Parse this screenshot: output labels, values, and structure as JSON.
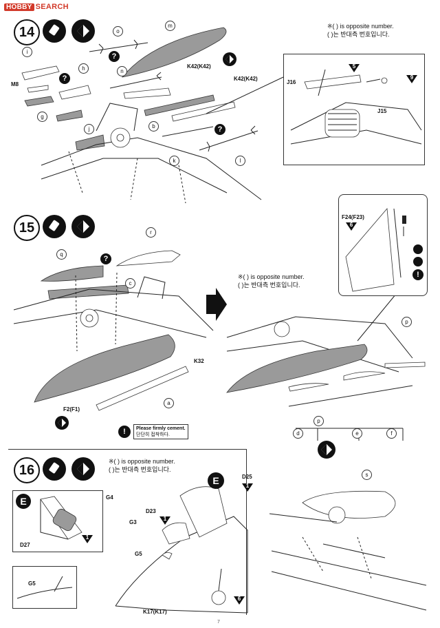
{
  "watermark": {
    "brand": "HOBBY",
    "suffix": "SEARCH"
  },
  "steps": [
    {
      "number": "14"
    },
    {
      "number": "15"
    },
    {
      "number": "16"
    }
  ],
  "notes": {
    "opposite_en": "※( ) is opposite number.",
    "opposite_ko": "( )는 반대측 번호입니다."
  },
  "step14": {
    "parts": [
      "i",
      "h",
      "g",
      "j",
      "o",
      "m",
      "n",
      "b",
      "k",
      "l"
    ],
    "labels": {
      "m8": "M8",
      "k42a": "K42(K42)",
      "k42b": "K42(K42)",
      "j16": "J16",
      "j15": "J15"
    },
    "refs": {
      "r5": "5",
      "r9": "9"
    }
  },
  "step15": {
    "parts": [
      "q",
      "r",
      "c",
      "a",
      "p",
      "d",
      "e",
      "f"
    ],
    "labels": {
      "k32": "K32",
      "f2": "F2(F1)",
      "f24": "F24(F23)"
    },
    "refs": {
      "r6": "6"
    },
    "cement": {
      "en": "Please firmly cement.",
      "ko": "단단히 접착하다."
    }
  },
  "step16": {
    "parts": [
      "s"
    ],
    "labels": {
      "g4": "G4",
      "g3": "G3",
      "g5a": "G5",
      "g5b": "G5",
      "d27": "D27",
      "d23": "D23",
      "d25": "D25",
      "k17": "K17(K17)"
    },
    "refs": {
      "r1a": "1",
      "r1b": "1",
      "r1c": "1",
      "r6": "6"
    },
    "e_label": "E"
  },
  "page_number": "7"
}
